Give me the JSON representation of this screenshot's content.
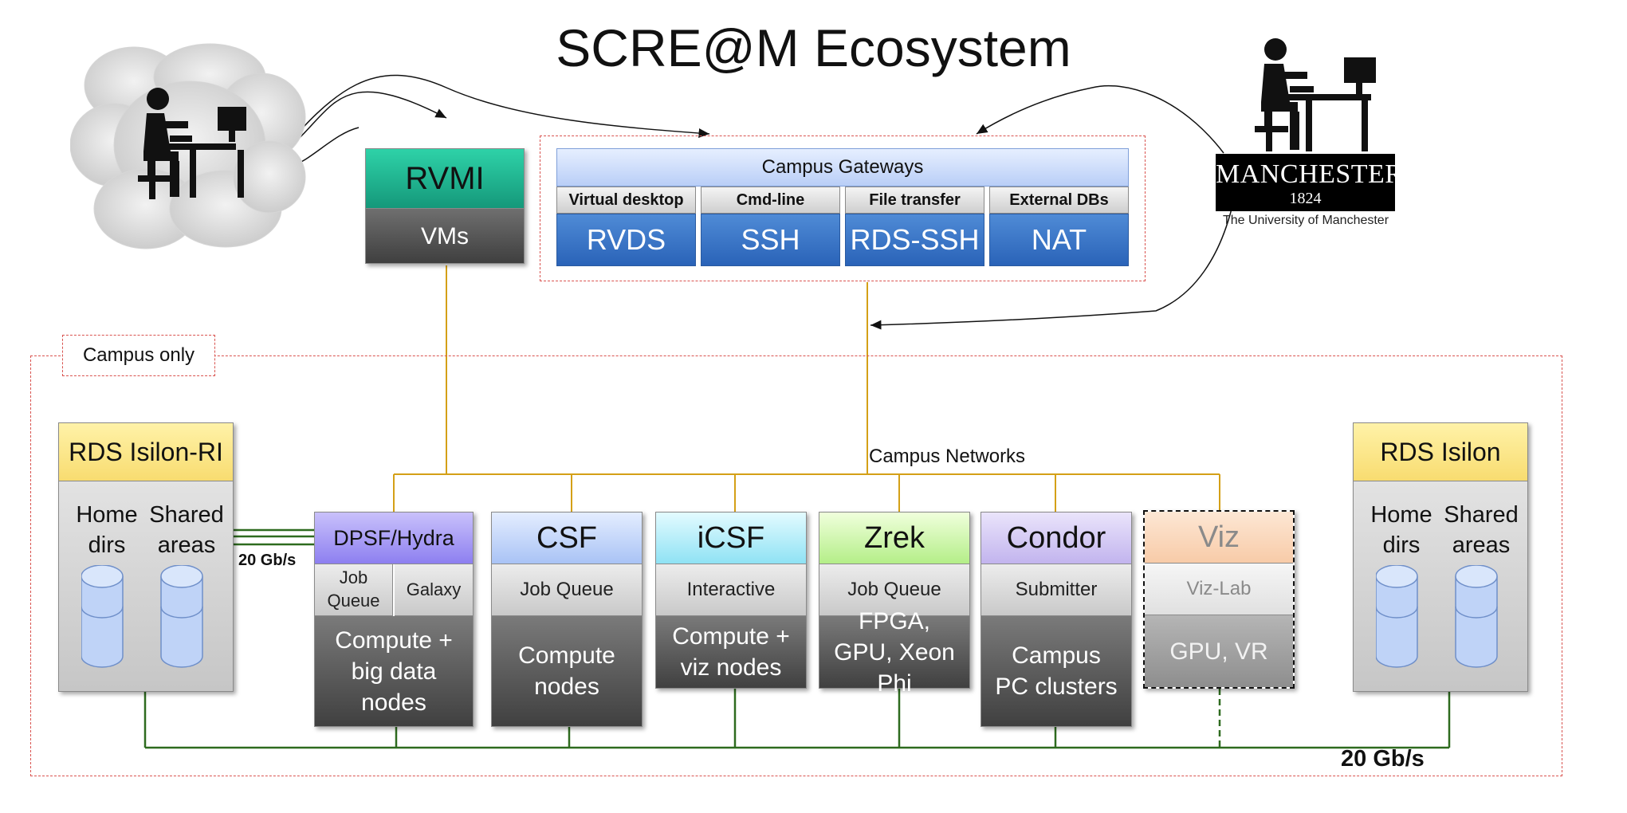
{
  "title": "SCRE@M Ecosystem",
  "campus_only_label": "Campus only",
  "campus_networks_label": "Campus Networks",
  "link_speed_small": "20 Gb/s",
  "link_speed_large": "20 Gb/s",
  "university": {
    "wordmark": "MANCHESTER",
    "year": "1824",
    "name": "The University of Manchester"
  },
  "rvmi": {
    "title": "RVMI",
    "sub": "VMs"
  },
  "gateways": {
    "title": "Campus Gateways",
    "items": [
      {
        "label": "Virtual desktop",
        "name": "RVDS"
      },
      {
        "label": "Cmd-line",
        "name": "SSH"
      },
      {
        "label": "File transfer",
        "name": "RDS-SSH"
      },
      {
        "label": "External DBs",
        "name": "NAT"
      }
    ]
  },
  "storage": {
    "left": {
      "title": "RDS Isilon-RI",
      "col1": "Home dirs",
      "col2": "Shared areas"
    },
    "right": {
      "title": "RDS Isilon",
      "col1": "Home dirs",
      "col2": "Shared areas"
    }
  },
  "clusters": {
    "dpsf": {
      "title": "DPSF/Hydra",
      "sub1": "Job Queue",
      "sub2": "Galaxy",
      "body": "Compute + big data nodes"
    },
    "csf": {
      "title": "CSF",
      "sub": "Job Queue",
      "body": "Compute nodes"
    },
    "icsf": {
      "title": "iCSF",
      "sub": "Interactive",
      "body": "Compute + viz nodes"
    },
    "zrek": {
      "title": "Zrek",
      "sub": "Job Queue",
      "body": "FPGA, GPU, Xeon Phi"
    },
    "condor": {
      "title": "Condor",
      "sub": "Submitter",
      "body": "Campus PC clusters"
    },
    "viz": {
      "title": "Viz",
      "sub": "Viz-Lab",
      "body": "GPU, VR"
    }
  },
  "colors": {
    "network_line": "#d4a017",
    "storage_link": "#2e6b1f",
    "dashed_border": "#d9534f",
    "gateway_blue": "#2a63b8",
    "rvmi_green": "#1fae8c"
  }
}
